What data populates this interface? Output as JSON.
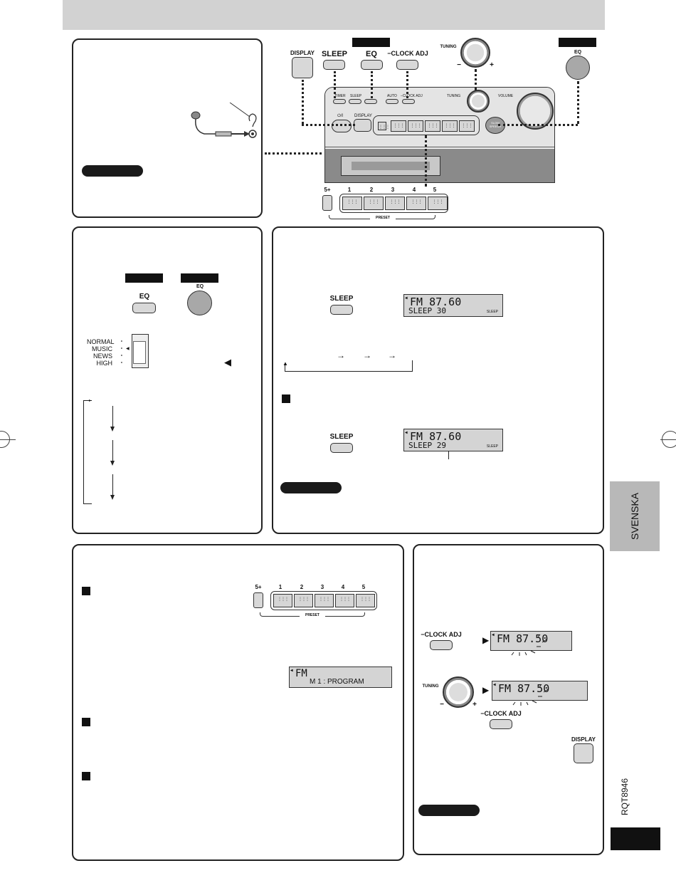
{
  "top_left_panel": {},
  "device_diagram": {
    "labels": {
      "display": "DISPLAY",
      "sleep": "SLEEP",
      "eq": "EQ",
      "clock_adj": "−CLOCK ADJ",
      "tuning": "TUNING",
      "tuning_minus": "−",
      "tuning_plus": "+",
      "eq_remote": "EQ",
      "unit_timer": "TIMER",
      "unit_sleep": "SLEEP",
      "unit_auto": "AUTO",
      "unit_clock": "−CLOCK ADJ",
      "unit_tuning": "TUNING",
      "unit_volume": "VOLUME",
      "unit_power": "⏻/I",
      "unit_display": "DISPLAY",
      "unit_slow": "SLOW SPEECH",
      "preset_plus": "5+",
      "preset_numbers": [
        "1",
        "2",
        "3",
        "4",
        "5"
      ],
      "preset_caption": "PRESET"
    }
  },
  "eq_panel": {
    "eq_button": "EQ",
    "eq_remote_button": "EQ",
    "modes": [
      "NORMAL",
      "MUSIC",
      "NEWS",
      "HIGH"
    ],
    "arrow_glyph": "◀"
  },
  "sleep_panel": {
    "sleep_button": "SLEEP",
    "lcd1": {
      "line1": "FM  87.60",
      "line2": "SLEEP  30",
      "flag": "SLEEP"
    },
    "lcd2": {
      "line1": "FM  87.60",
      "line2": "SLEEP  29",
      "flag": "SLEEP"
    },
    "sleep_button_2": "SLEEP"
  },
  "preset_panel": {
    "preset_plus": "5+",
    "preset_numbers": [
      "1",
      "2",
      "3",
      "4",
      "5"
    ],
    "preset_caption": "PRESET",
    "lcd": {
      "line1": "FM",
      "line2": "M  1 : PROGRAM"
    }
  },
  "clock_panel": {
    "clock_adj": "−CLOCK ADJ",
    "lcd1": {
      "line1": "FM  87.50"
    },
    "tuning": "TUNING",
    "tuning_minus": "−",
    "tuning_plus": "+",
    "lcd2": {
      "line1": "FM  87.50"
    },
    "clock_adj_2": "−CLOCK ADJ",
    "display": "DISPLAY"
  },
  "side_tab": "SVENSKA",
  "doc_code": "RQT8946"
}
